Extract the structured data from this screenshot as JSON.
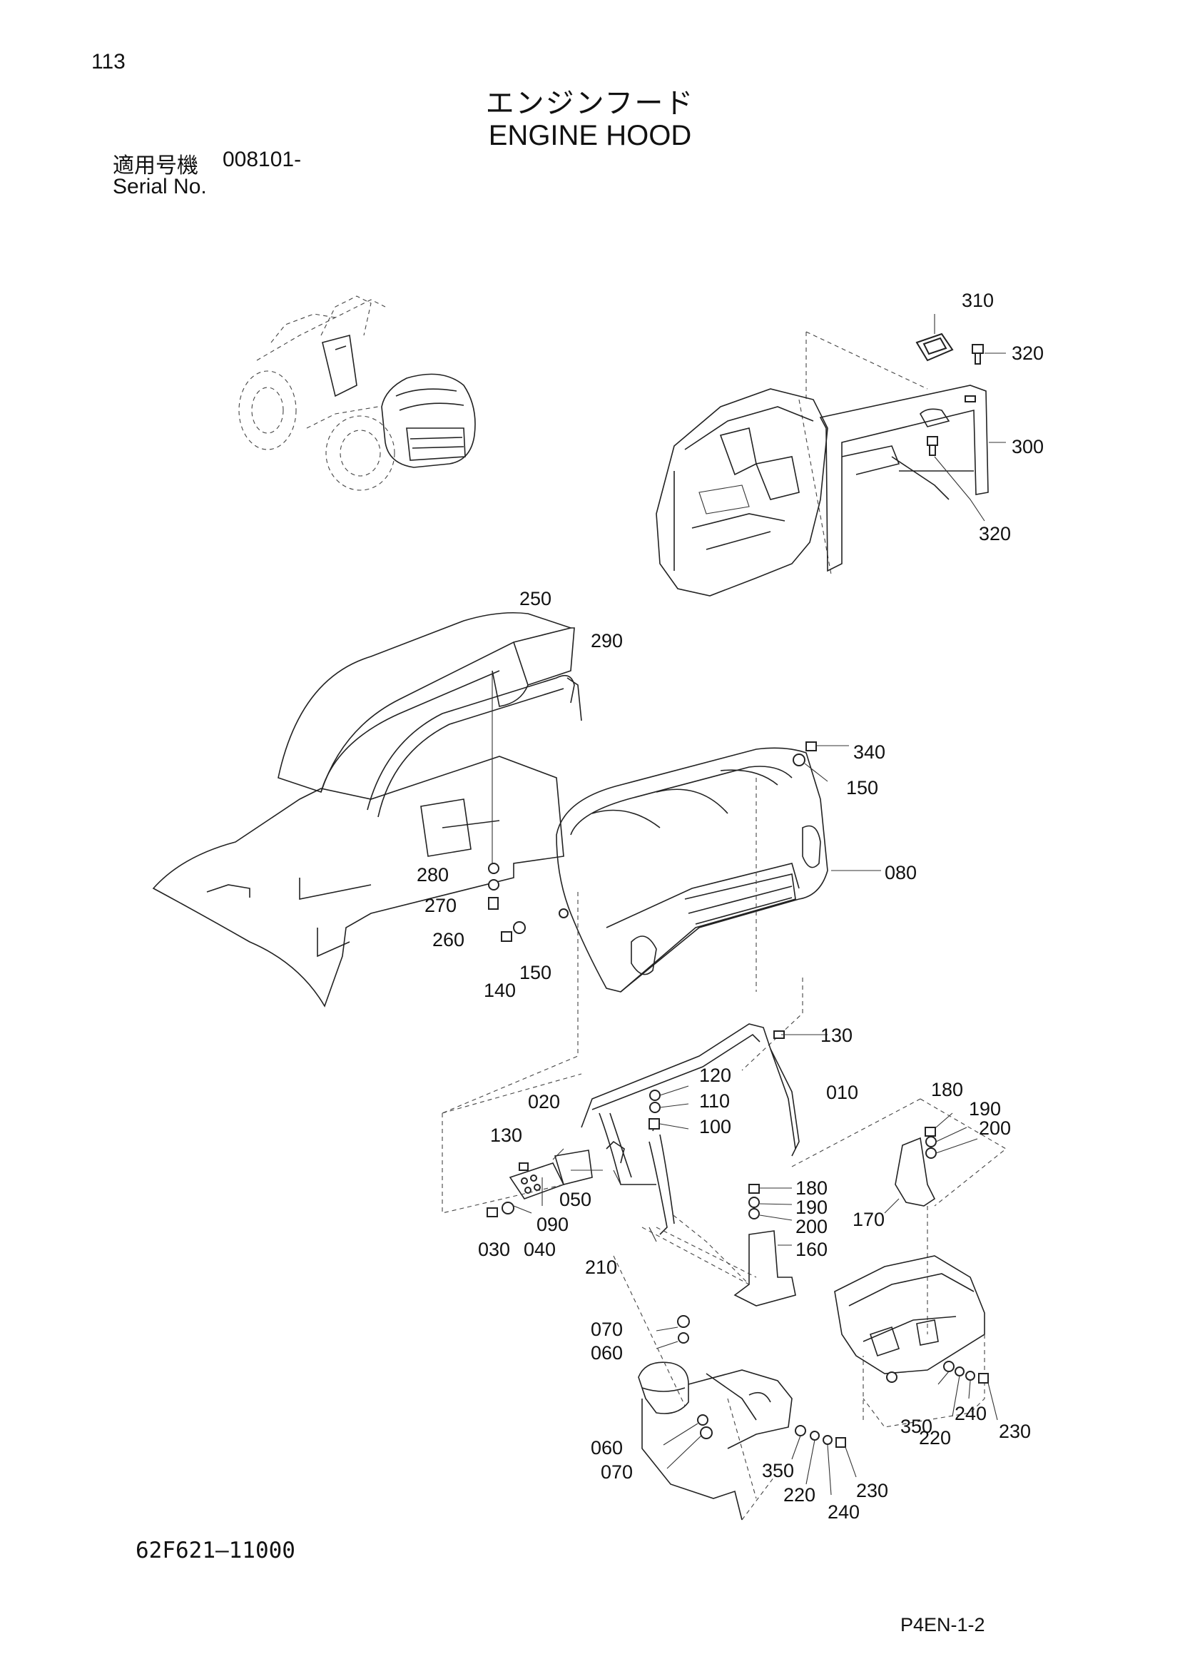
{
  "page": {
    "number": "113",
    "title_jp": "エンジンフード",
    "title_en": "ENGINE HOOD",
    "serial_label_jp": "適用号機",
    "serial_value": "008101-",
    "serial_label_en": "Serial No.",
    "catalog_number": "62F621–11000",
    "page_ref": "P4EN-1-2"
  },
  "part_labels": [
    "310",
    "320",
    "300",
    "320",
    "250",
    "290",
    "340",
    "150",
    "080",
    "280",
    "270",
    "260",
    "140",
    "150",
    "130",
    "120",
    "110",
    "100",
    "010",
    "020",
    "130",
    "050",
    "090",
    "030",
    "040",
    "180",
    "190",
    "200",
    "170",
    "180",
    "190",
    "200",
    "160",
    "210",
    "070",
    "060",
    "060",
    "070",
    "350",
    "220",
    "240",
    "230",
    "350",
    "220",
    "240",
    "230"
  ]
}
